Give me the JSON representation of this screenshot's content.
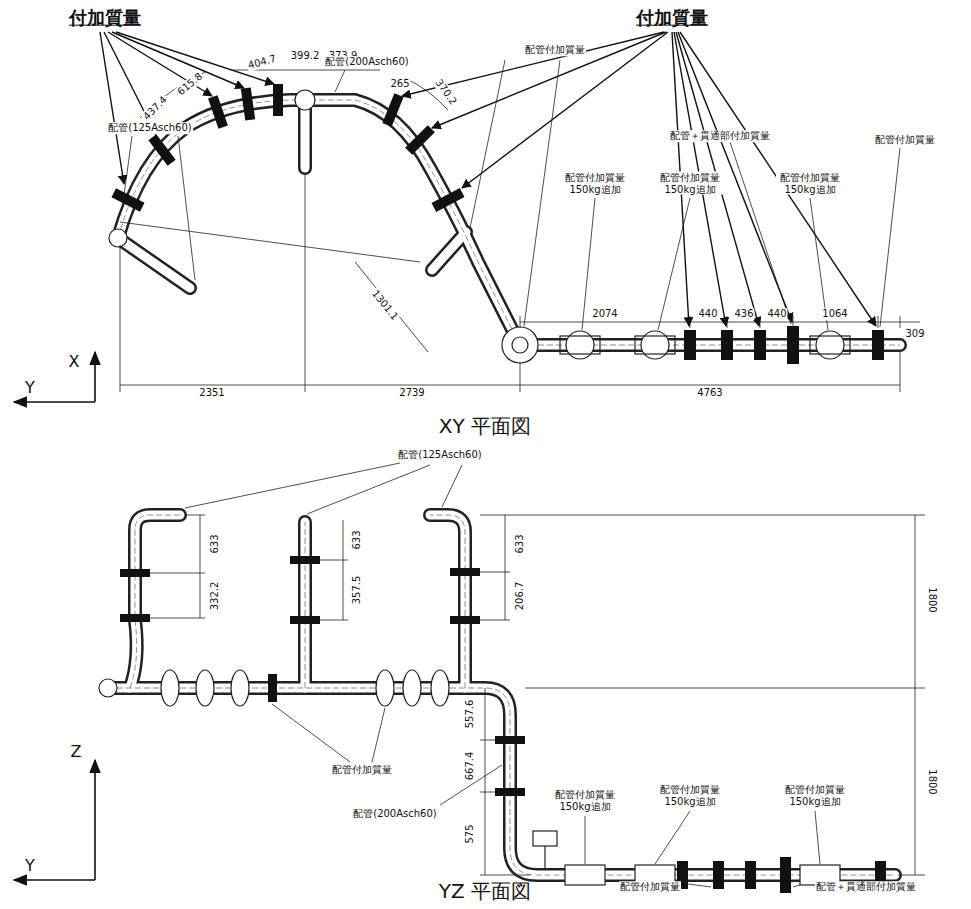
{
  "diagram": {
    "labels": [
      "付加質量",
      "付加質量",
      "404.7",
      "399.2",
      "373.9",
      "615.8",
      "437.4",
      "配管(200Asch60)",
      "配管(125Asch60)",
      "265",
      "370.2",
      "配管付加質量",
      "配管＋貫通部付加質量",
      "配管付加質量",
      "配管付加質量 150kg追加",
      "配管付加質量 150kg追加",
      "配管付加質量 150kg追加",
      "1301.1",
      "2074",
      "440",
      "436",
      "440",
      "1064",
      "309",
      "2351",
      "2739",
      "4763",
      "X",
      "Y",
      "XY 平面図",
      "配管(125Asch60)",
      "633",
      "332.2",
      "633",
      "357.5",
      "633",
      "206.7",
      "1800",
      "1800",
      "配管付加質量",
      "557.6",
      "667.4",
      "575",
      "配管(200Asch60)",
      "配管付加質量 150kg追加",
      "配管付加質量 150kg追加",
      "配管付加質量 150kg追加",
      "配管付加質量",
      "配管＋貫通部付加質量",
      "Z",
      "Y",
      "YZ 平面図"
    ]
  }
}
